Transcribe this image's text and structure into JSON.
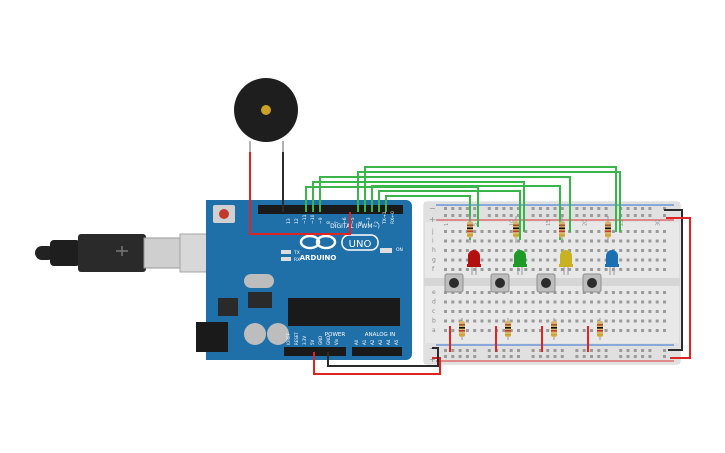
{
  "board": {
    "brand": "ARDUINO",
    "model": "UNO",
    "digital_header": "DIGITAL (PWM~)",
    "power_header": "POWER",
    "analog_header": "ANALOG IN",
    "on_label": "ON",
    "tx_label": "TX",
    "rx_label": "RX",
    "l_label": "L",
    "aref": "AREF",
    "gnd": "GND",
    "digital_pins": [
      "13",
      "12",
      "~11",
      "~10",
      "~9",
      "8",
      "7",
      "~6",
      "~5",
      "4",
      "~3",
      "2",
      "TX→1",
      "RX←0"
    ],
    "power_pins": [
      "IOREF",
      "RESET",
      "3.3V",
      "5V",
      "GND",
      "GND",
      "Vin"
    ],
    "analog_pins": [
      "A0",
      "A1",
      "A2",
      "A3",
      "A4",
      "A5"
    ]
  },
  "breadboard": {
    "row_letters_top": [
      "j",
      "i",
      "h",
      "g",
      "f"
    ],
    "row_letters_bottom": [
      "e",
      "d",
      "c",
      "b",
      "a"
    ],
    "column_numbers": [
      "1",
      "5",
      "10",
      "15",
      "20",
      "25",
      "30"
    ],
    "rail_minus": "−",
    "rail_plus": "+"
  },
  "components": {
    "leds": [
      {
        "color": "#b30f0f",
        "name": "red"
      },
      {
        "color": "#1f9a27",
        "name": "green"
      },
      {
        "color": "#c8b222",
        "name": "yellow"
      },
      {
        "color": "#1d6fb0",
        "name": "blue"
      }
    ],
    "wire_colors": {
      "green": "#39b54a",
      "red": "#e02424",
      "black": "#2b2b2b"
    }
  }
}
